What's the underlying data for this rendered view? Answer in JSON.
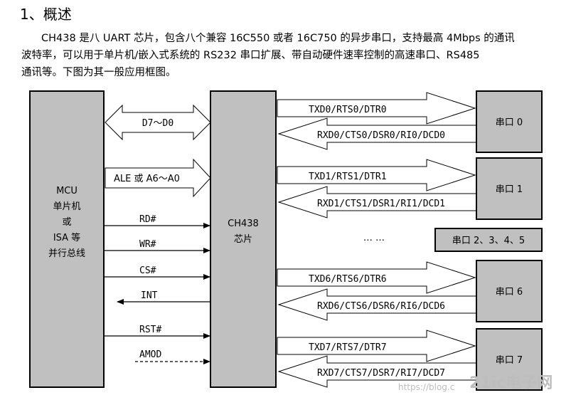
{
  "section": {
    "heading": "1、概述"
  },
  "paragraph": {
    "line1": "CH438 是八 UART 芯片，包含八个兼容 16C550 或者 16C750 的异步串口，支持最高 4Mbps 的通讯",
    "line2": "波特率，可以用于单片机/嵌入式系统的 RS232 串口扩展、带自动硬件速率控制的高速串口、RS485",
    "line3": "通讯等。下图为其一般应用框图。"
  },
  "diagram": {
    "mcu": {
      "line1": "MCU",
      "line2": "单片机",
      "line3": "或",
      "line4": "ISA 等",
      "line5": "并行总线"
    },
    "chip": {
      "line1": "CH438",
      "line2": "芯片"
    },
    "bus": {
      "data": "D7～D0",
      "addr": "ALE 或 A6～A0"
    },
    "signals": {
      "rd": "RD#",
      "wr": "WR#",
      "cs": "CS#",
      "int": "INT",
      "rst": "RST#",
      "amod": "AMOD"
    },
    "ports": {
      "p0": {
        "label": "串口 0",
        "tx": "TXD0/RTS0/DTR0",
        "rx": "RXD0/CTS0/DSR0/RI0/DCD0"
      },
      "p1": {
        "label": "串口 1",
        "tx": "TXD1/RTS1/DTR1",
        "rx": "RXD1/CTS1/DSR1/RI1/DCD1"
      },
      "p6": {
        "label": "串口 6",
        "tx": "TXD6/RTS6/DTR6",
        "rx": "RXD6/CTS6/DSR6/RI6/DCD6"
      },
      "p7": {
        "label": "串口 7",
        "tx": "TXD7/RTS7/DTR7",
        "rx": "RXD7/CTS7/DSR7/RI7/DCD7"
      },
      "ellipsis": "… …",
      "others": "串口 2、3、4、5"
    }
  },
  "watermark": {
    "url": "https://blog.c",
    "brand": "21ic电子网"
  },
  "colors": {
    "block_fill": "#c0c0c0",
    "stroke": "#000000",
    "watermark": "#bdbdbd"
  }
}
